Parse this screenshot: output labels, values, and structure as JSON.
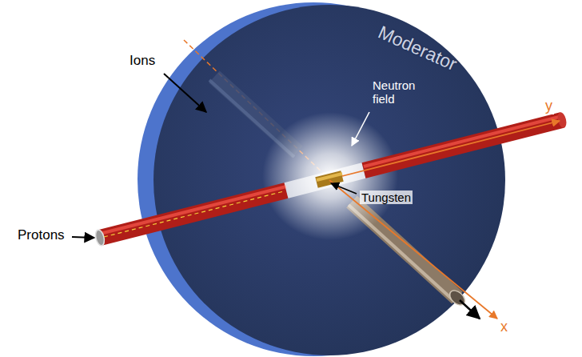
{
  "diagram": {
    "labels": [
      "Moderator",
      "Ions",
      "Neutron field",
      "Tungsten",
      "Protons",
      "y",
      "x"
    ]
  }
}
